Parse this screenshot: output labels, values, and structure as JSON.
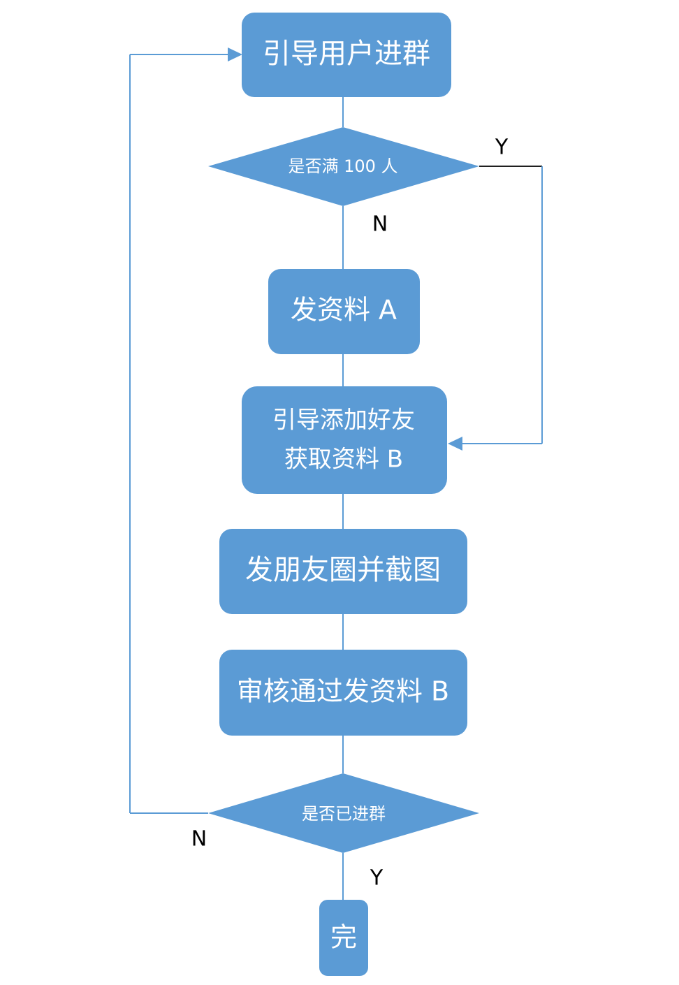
{
  "colors": {
    "node_fill": "#5b9bd5",
    "node_text": "#ffffff",
    "connector": "#5b9bd5",
    "label_text": "#000000"
  },
  "nodes": {
    "guide_join_group": "引导用户进群",
    "check_100": "是否满 100 人",
    "send_material_a": "发资料 A",
    "add_friend_line1": "引导添加好友",
    "add_friend_line2": "获取资料 B",
    "post_moments": "发朋友圈并截图",
    "review_send_b": "审核通过发资料 B",
    "check_joined": "是否已进群",
    "done": "完"
  },
  "edge_labels": {
    "check_100_yes": "Y",
    "check_100_no": "N",
    "check_joined_no": "N",
    "check_joined_yes": "Y"
  }
}
